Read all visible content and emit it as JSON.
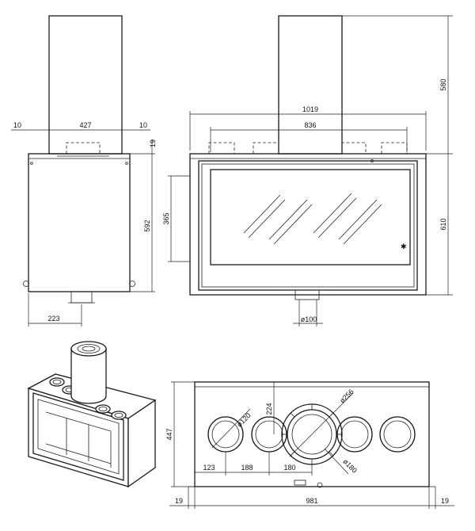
{
  "front_view": {
    "width_overall": "1019",
    "width_inner": "836",
    "height_flue": "580",
    "height_body": "610",
    "door_height": "365",
    "flue_diameter": "ø100"
  },
  "side_view": {
    "flue_width": "427",
    "left_gap": "10",
    "right_gap": "10",
    "top_offset": "19",
    "body_height": "592",
    "flue_offset": "223"
  },
  "plan_view": {
    "depth": "447",
    "collar_offset": "224",
    "outlet_diameter": "ø120",
    "collar_outer": "ø256",
    "collar_inner": "ø180",
    "spacing_1": "123",
    "spacing_2": "188",
    "spacing_3": "180",
    "width_total": "981",
    "left_margin": "19",
    "right_margin": "19"
  }
}
